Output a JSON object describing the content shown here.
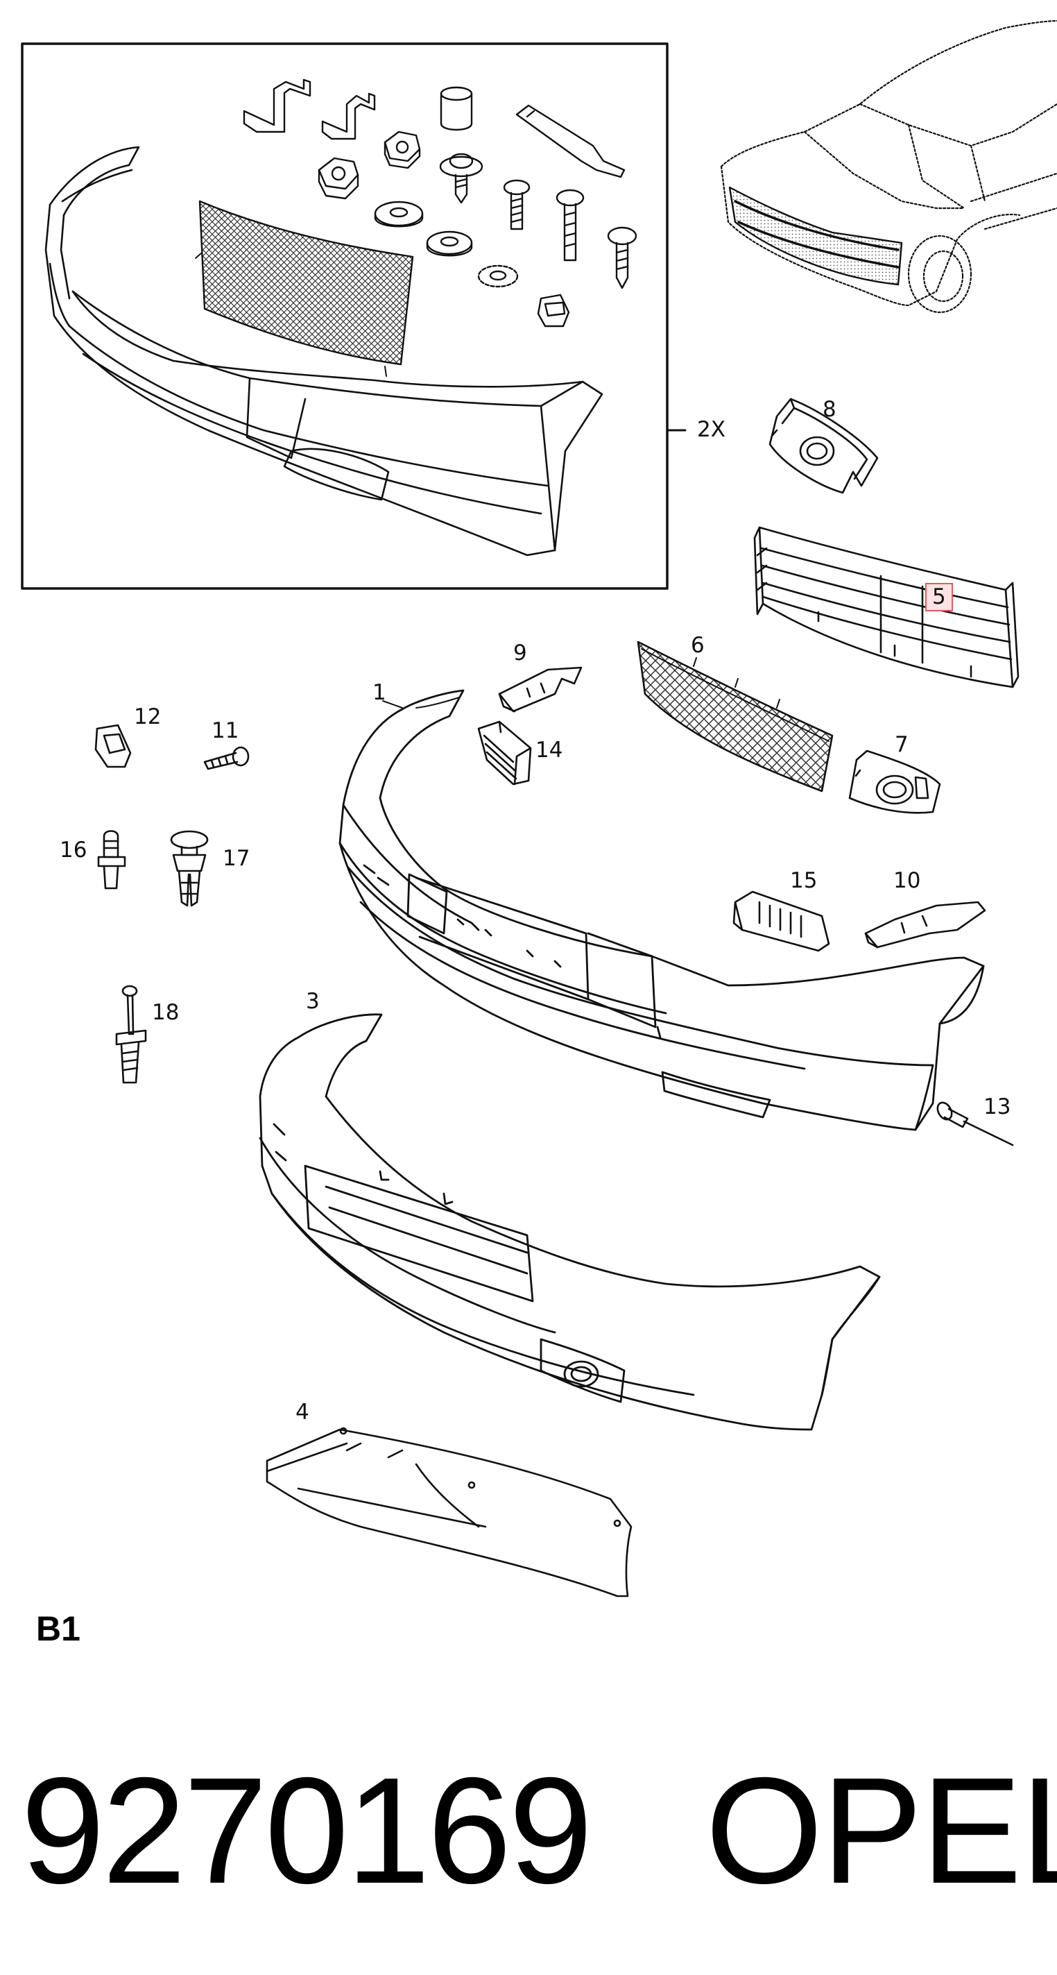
{
  "callouts": {
    "inset_qty": "2X",
    "p1": "1",
    "p3": "3",
    "p4": "4",
    "p5": "5",
    "p6": "6",
    "p7": "7",
    "p8": "8",
    "p9": "9",
    "p10": "10",
    "p11": "11",
    "p12": "12",
    "p13": "13",
    "p14": "14",
    "p15": "15",
    "p16": "16",
    "p17": "17",
    "p18": "18"
  },
  "section_label": "B1",
  "part_number": "9270169",
  "brand": "OPEL",
  "highlighted_part": "5",
  "colors": {
    "line": "#111111",
    "highlight_border": "#e05a5a",
    "highlight_fill": "#fde3e3",
    "mesh": "#555555"
  },
  "icons": [
    "car-silhouette",
    "bracket",
    "nut",
    "screw",
    "washer",
    "clip",
    "rivet",
    "grille",
    "bumper",
    "fog-lamp-bezel",
    "under-tray"
  ]
}
